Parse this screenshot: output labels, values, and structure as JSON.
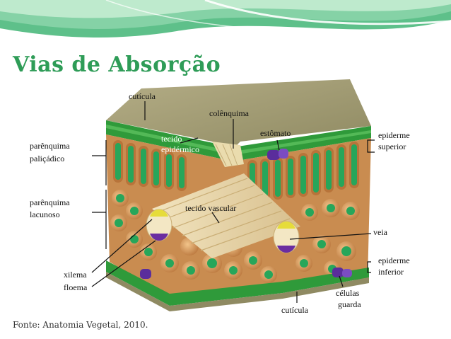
{
  "slide": {
    "title": "Vias de Absorção",
    "source": "Fonte: Anatomia Vegetal, 2010.",
    "colors": {
      "title": "#2e9c57",
      "header_band": "#5ec08a",
      "epidermis": "#2f9a3a",
      "cuticle": "#9a9468",
      "cell_wall": "#c88a4a",
      "chloroplast": "#27a65a",
      "vascular": "#e8d6a8",
      "stomata": "#5a2d9c"
    }
  },
  "diagram": {
    "labels": {
      "cuticula_top": "cutícula",
      "colenquima": "colênquima",
      "tecido_epidermico_line1": "tecido",
      "tecido_epidermico_line2": "epidérmico",
      "estomato": "estômato",
      "epiderme_superior_line1": "epiderme",
      "epiderme_superior_line2": "superior",
      "parenquima_palicadico_line1": "parênquima",
      "parenquima_palicadico_line2": "paliçádico",
      "parenquima_lacunoso_line1": "parênquima",
      "parenquima_lacunoso_line2": "lacunoso",
      "tecido_vascular": "tecido vascular",
      "veia": "veia",
      "epiderme_inferior_line1": "epiderme",
      "epiderme_inferior_line2": "inferior",
      "xilema": "xilema",
      "floema": "floema",
      "celulas_guarda_line1": "células",
      "celulas_guarda_line2": "guarda",
      "cuticula_bottom": "cutícula"
    }
  }
}
